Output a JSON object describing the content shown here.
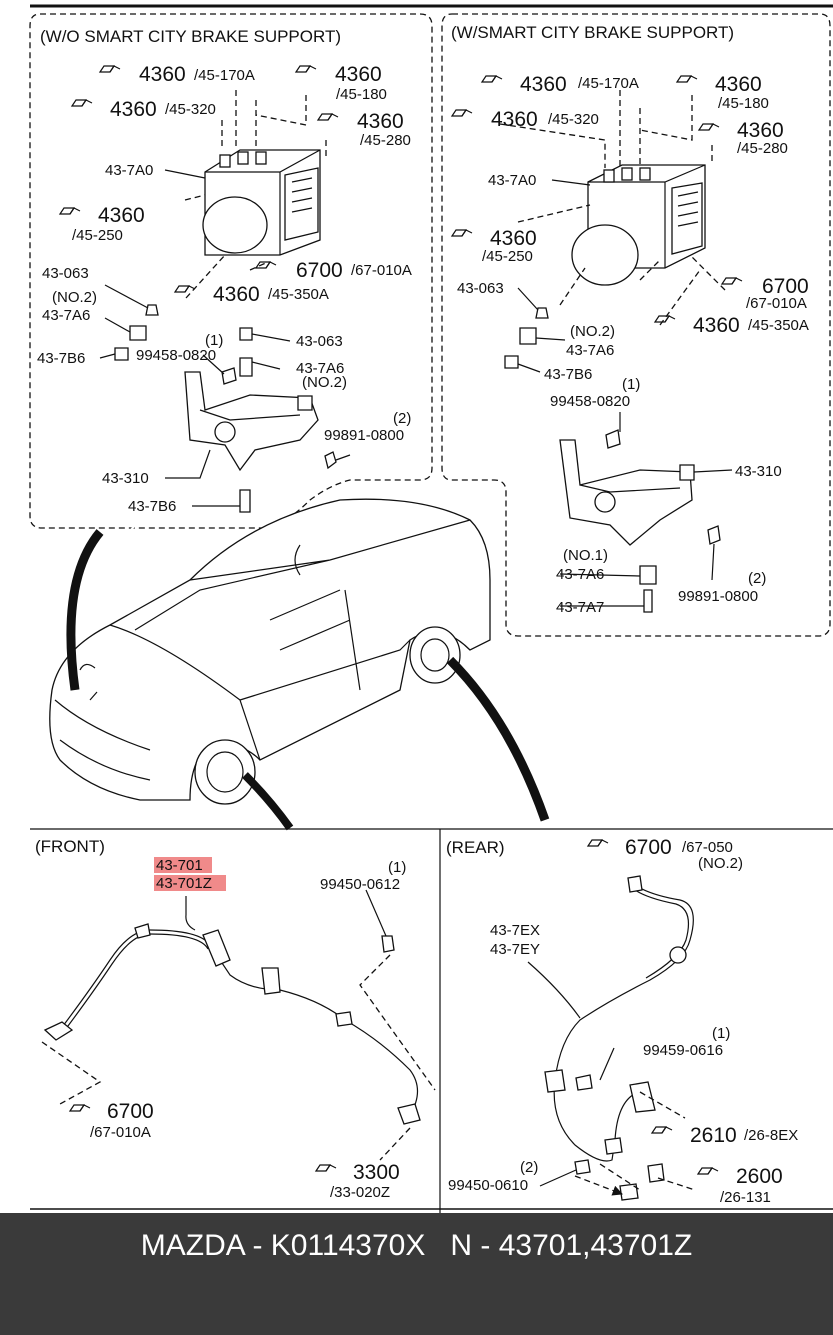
{
  "sections": {
    "wo_scbs": "(W/O SMART CITY BRAKE SUPPORT)",
    "w_scbs": "(W/SMART CITY BRAKE SUPPORT)",
    "front": "(FRONT)",
    "rear": "(REAR)"
  },
  "left_panel": {
    "l1_code": "4360",
    "l1_ref": "/45-170A",
    "l2_code": "4360",
    "l2_ref": "/45-180",
    "l3_code": "4360",
    "l3_ref": "/45-320",
    "l4_code": "4360",
    "l4_ref": "/45-280",
    "l5_part": "43-7A0",
    "l6_code": "4360",
    "l6_ref": "/45-250",
    "l7_code": "6700",
    "l7_ref": "/67-010A",
    "l8_part": "43-063",
    "l9_code": "4360",
    "l9_ref": "/45-350A",
    "l10_note": "(NO.2)",
    "l10_part": "43-7A6",
    "l11_qty": "(1)",
    "l11_part": "99458-0820",
    "l12_part": "43-063",
    "l13_part": "43-7B6",
    "l14_part": "43-7A6",
    "l14_note": "(NO.2)",
    "l15_qty": "(2)",
    "l15_part": "99891-0800",
    "l16_part": "43-310",
    "l17_part": "43-7B6"
  },
  "right_panel": {
    "r1_code": "4360",
    "r1_ref": "/45-170A",
    "r2_code": "4360",
    "r2_ref": "/45-180",
    "r3_code": "4360",
    "r3_ref": "/45-320",
    "r4_code": "4360",
    "r4_ref": "/45-280",
    "r5_part": "43-7A0",
    "r6_code": "4360",
    "r6_ref": "/45-250",
    "r7_code": "6700",
    "r7_ref": "/67-010A",
    "r8_part": "43-063",
    "r9_code": "4360",
    "r9_ref": "/45-350A",
    "r10_note": "(NO.2)",
    "r10_part": "43-7A6",
    "r11_part": "43-7B6",
    "r12_qty": "(1)",
    "r12_part": "99458-0820",
    "r13_part": "43-310",
    "r14_note": "(NO.1)",
    "r14_part": "43-7A6",
    "r15_qty": "(2)",
    "r15_part": "99891-0800",
    "r16_part": "43-7A7"
  },
  "front_panel": {
    "f1_part": "43-701",
    "f2_part": "43-701Z",
    "f3_qty": "(1)",
    "f3_part": "99450-0612",
    "f4_code": "6700",
    "f4_ref": "/67-010A",
    "f5_code": "3300",
    "f5_ref": "/33-020Z"
  },
  "rear_panel": {
    "b1_code": "6700",
    "b1_ref": "/67-050",
    "b1_note": "(NO.2)",
    "b2_part": "43-7EX",
    "b3_part": "43-7EY",
    "b4_qty": "(1)",
    "b4_part": "99459-0616",
    "b5_code": "2610",
    "b5_ref": "/26-8EX",
    "b6_qty": "(2)",
    "b6_part": "99450-0610",
    "b7_code": "2600",
    "b7_ref": "/26-131"
  },
  "footer": {
    "caption": "MAZDA - K0114370X   N - 43701,43701Z"
  },
  "colors": {
    "highlight": "#f08a8a",
    "footer_bg": "#3a3a3a",
    "footer_text": "#ffffff"
  }
}
